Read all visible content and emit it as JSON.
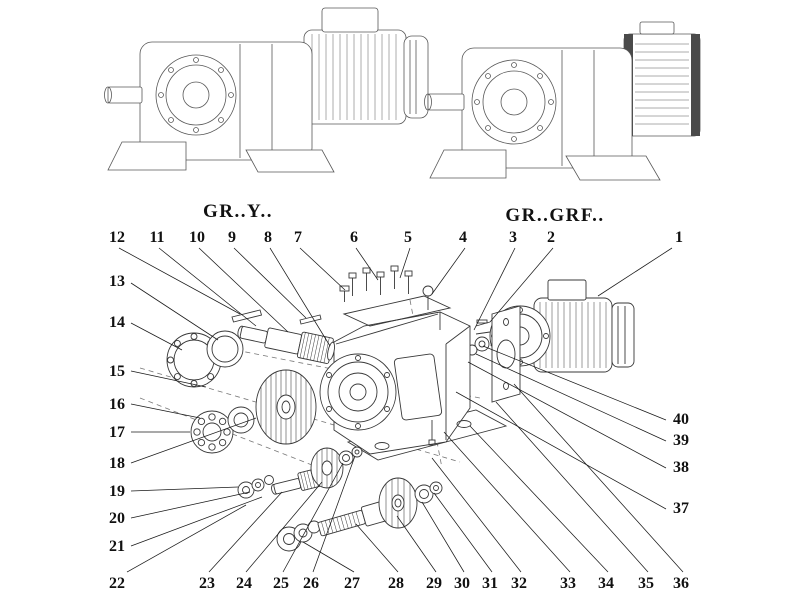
{
  "diagram": {
    "left_label": "GR..Y..",
    "right_label": "GR..GRF..",
    "callouts": {
      "labels": [
        "1",
        "2",
        "3",
        "4",
        "5",
        "6",
        "7",
        "8",
        "9",
        "10",
        "11",
        "12",
        "13",
        "14",
        "15",
        "16",
        "17",
        "18",
        "19",
        "20",
        "21",
        "22",
        "23",
        "24",
        "25",
        "26",
        "27",
        "28",
        "29",
        "30",
        "31",
        "32",
        "33",
        "34",
        "35",
        "36",
        "37",
        "38",
        "39",
        "40"
      ]
    }
  }
}
